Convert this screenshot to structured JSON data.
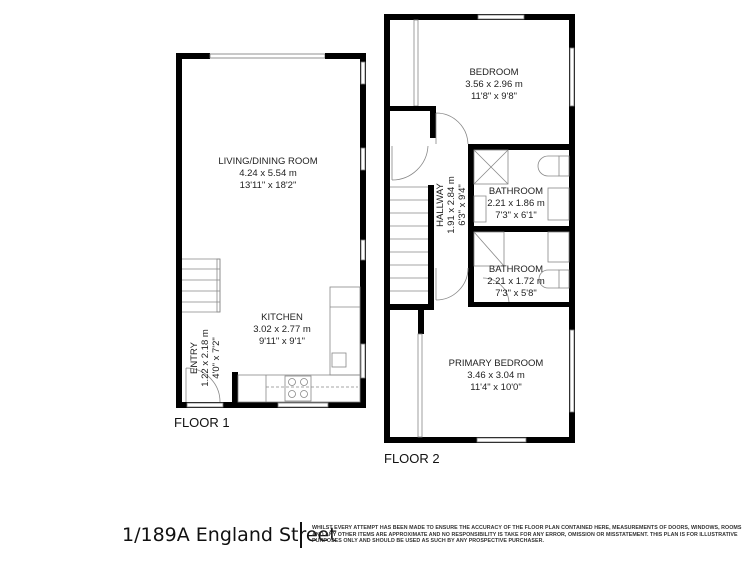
{
  "floor1": {
    "label": "FLOOR 1",
    "rooms": [
      {
        "name": "LIVING/DINING ROOM",
        "metric": "4.24 x 5.54 m",
        "imperial": "13'11\" x 18'2\""
      },
      {
        "name": "KITCHEN",
        "metric": "3.02 x 2.77 m",
        "imperial": "9'11\" x 9'1\""
      },
      {
        "name": "ENTRY",
        "metric": "1.22 x 2.18 m",
        "imperial": "4'0\" x 7'2\""
      }
    ]
  },
  "floor2": {
    "label": "FLOOR 2",
    "rooms": [
      {
        "name": "BEDROOM",
        "metric": "3.56 x 2.96 m",
        "imperial": "11'8\" x 9'8\""
      },
      {
        "name": "HALLWAY",
        "metric": "1.91 x 2.84 m",
        "imperial": "6'3\" x 9'4\""
      },
      {
        "name": "BATHROOM",
        "metric": "2.21 x 1.86 m",
        "imperial": "7'3\" x 6'1\""
      },
      {
        "name": "BATHROOM",
        "metric": "2.21 x 1.72 m",
        "imperial": "7'3\" x 5'8\""
      },
      {
        "name": "PRIMARY BEDROOM",
        "metric": "3.46 x 3.04 m",
        "imperial": "11'4\" x 10'0\""
      }
    ]
  },
  "footer": {
    "address": "1/189A England Street",
    "disclaimer": "WHILST EVERY ATTEMPT HAS BEEN MADE TO ENSURE THE ACCURACY OF THE FLOOR PLAN CONTAINED HERE, MEASUREMENTS OF DOORS, WINDOWS, ROOMS AND ANY OTHER ITEMS ARE APPROXIMATE AND NO RESPONSIBILITY IS TAKE FOR ANY ERROR, OMISSION OR MISSTATEMENT. THIS PLAN IS FOR ILLUSTRATIVE PURPOSES ONLY AND SHOULD BE USED AS SUCH BY ANY PROSPECTIVE PURCHASER."
  }
}
